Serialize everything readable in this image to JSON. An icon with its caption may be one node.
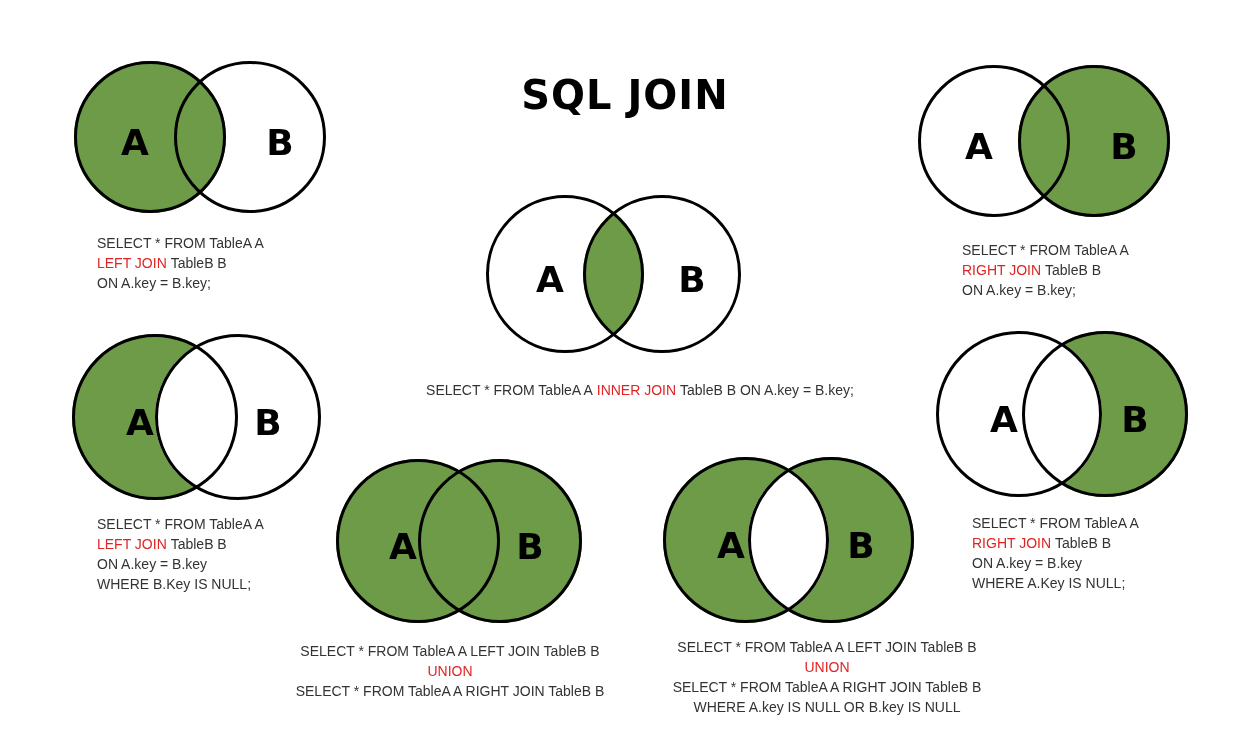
{
  "diagram": {
    "title": "SQL JOIN",
    "nodes": [
      {
        "text": [
          "A"
        ]
      },
      {
        "text": [
          "B"
        ]
      },
      {
        "text": [
          "A"
        ]
      },
      {
        "text": [
          "B"
        ]
      },
      {
        "text": [
          "A"
        ]
      },
      {
        "text": [
          "B"
        ]
      },
      {
        "text": [
          "A"
        ]
      },
      {
        "text": [
          "B"
        ]
      },
      {
        "text": [
          "A"
        ]
      },
      {
        "text": [
          "B"
        ]
      },
      {
        "text": [
          "A"
        ]
      },
      {
        "text": [
          "B"
        ]
      },
      {
        "text": [
          "A"
        ]
      },
      {
        "text": [
          "B"
        ]
      }
    ],
    "labels": [
      "SELECT * FROM TableA A",
      "LEFT JOIN",
      "TableB B",
      "ON A.key = B.key;",
      "SELECT * FROM TableA A",
      "RIGHT JOIN",
      "TableB B",
      "ON A.key = B.key;",
      "SELECT * FROM TableA A",
      "INNER JOIN",
      "TableB B ON A.key = B.key;",
      "SELECT * FROM TableA A",
      "LEFT JOIN",
      "TableB B",
      "ON A.key = B.key",
      "WHERE B.Key IS NULL;",
      "SELECT * FROM TableA A",
      "RIGHT JOIN",
      "TableB B",
      "ON A.key = B.key",
      "WHERE A.Key IS NULL;",
      "SELECT * FROM TableA A LEFT JOIN TableB B",
      "UNION",
      "SELECT * FROM TableA A RIGHT JOIN TableB B",
      "SELECT * FROM TableA A LEFT JOIN TableB B",
      "UNION",
      "SELECT * FROM TableA A RIGHT JOIN TableB B",
      "WHERE A.key IS NULL OR B.key IS NULL"
    ]
  }
}
